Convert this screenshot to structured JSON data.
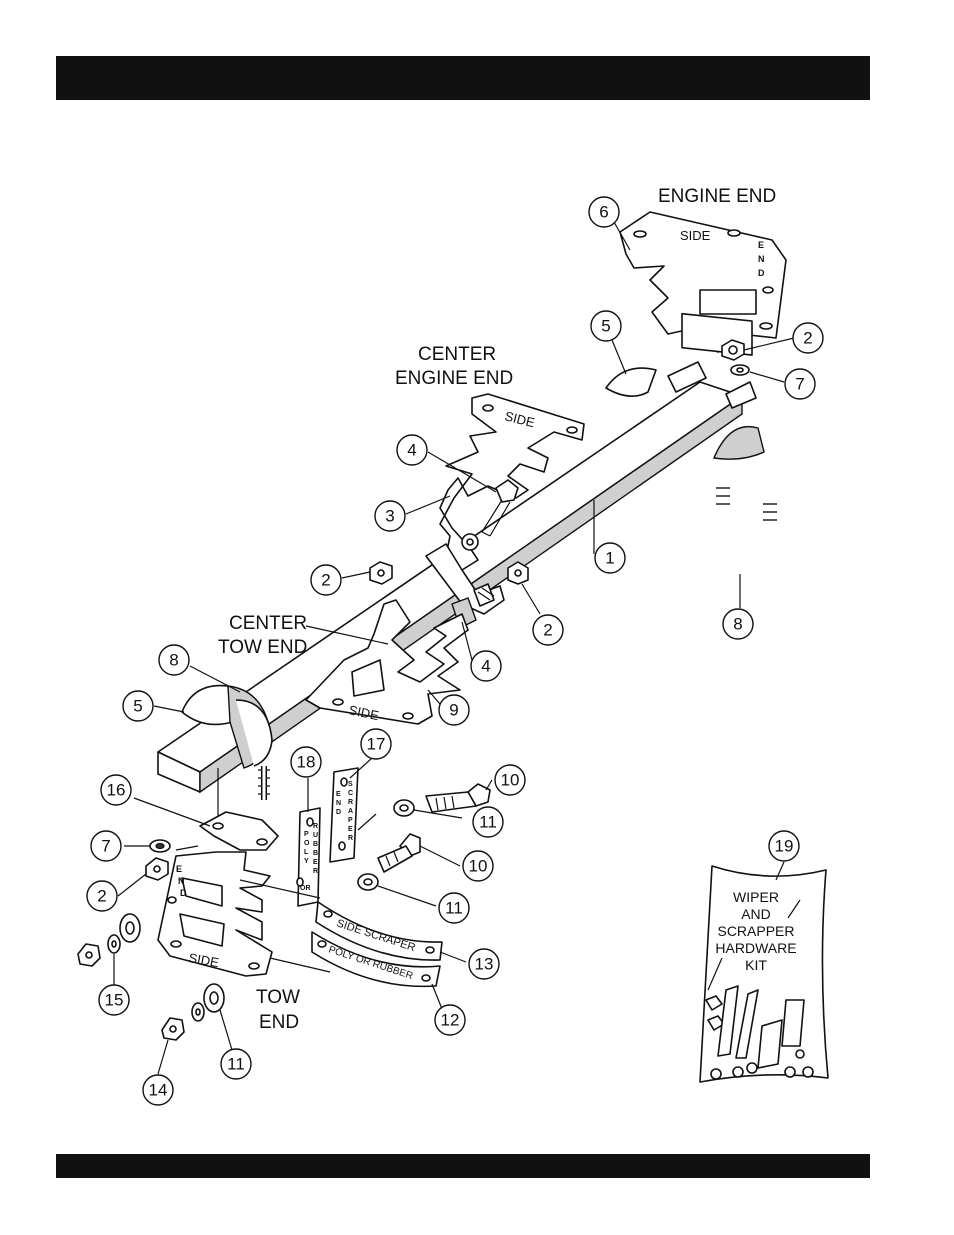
{
  "header": {
    "color": "#111111"
  },
  "footer": {
    "color": "#111111"
  },
  "labels": {
    "engine_end": "ENGINE END",
    "center_engine_1": "CENTER",
    "center_engine_2": "ENGINE END",
    "center_tow_1": "CENTER",
    "center_tow_2": "TOW END",
    "tow_end_1": "TOW",
    "tow_end_2": "END"
  },
  "part_text": {
    "side": "SIDE",
    "end": [
      "E",
      "N",
      "D"
    ],
    "side_scraper": "SIDE SCRAPER",
    "poly_or_rubber": "POLY OR RUBBER",
    "end_scraper": [
      "E",
      "N",
      "D",
      "S",
      "C",
      "R",
      "A",
      "P",
      "E",
      "R"
    ],
    "poly_rubber": [
      "P",
      "O",
      "L",
      "Y",
      "R",
      "U",
      "B",
      "B",
      "E",
      "R",
      "OR"
    ]
  },
  "kit": {
    "lines": [
      "WIPER",
      "AND",
      "SCRAPPER",
      "HARDWARE",
      "KIT"
    ],
    "number": "19"
  },
  "callouts": [
    {
      "id": "c6",
      "num": "6"
    },
    {
      "id": "c5a",
      "num": "5"
    },
    {
      "id": "c2a",
      "num": "2"
    },
    {
      "id": "c7a",
      "num": "7"
    },
    {
      "id": "c4a",
      "num": "4"
    },
    {
      "id": "c3",
      "num": "3"
    },
    {
      "id": "c1",
      "num": "1"
    },
    {
      "id": "c8a",
      "num": "8"
    },
    {
      "id": "c2b",
      "num": "2"
    },
    {
      "id": "c2c",
      "num": "2"
    },
    {
      "id": "c4b",
      "num": "4"
    },
    {
      "id": "c9",
      "num": "9"
    },
    {
      "id": "c8b",
      "num": "8"
    },
    {
      "id": "c5b",
      "num": "5"
    },
    {
      "id": "c18",
      "num": "18"
    },
    {
      "id": "c17",
      "num": "17"
    },
    {
      "id": "c10a",
      "num": "10"
    },
    {
      "id": "c16",
      "num": "16"
    },
    {
      "id": "c11a",
      "num": "11"
    },
    {
      "id": "c7b",
      "num": "7"
    },
    {
      "id": "c10b",
      "num": "10"
    },
    {
      "id": "c2d",
      "num": "2"
    },
    {
      "id": "c11b",
      "num": "11"
    },
    {
      "id": "c13",
      "num": "13"
    },
    {
      "id": "c15",
      "num": "15"
    },
    {
      "id": "c12",
      "num": "12"
    },
    {
      "id": "c11c",
      "num": "11"
    },
    {
      "id": "c14",
      "num": "14"
    }
  ]
}
